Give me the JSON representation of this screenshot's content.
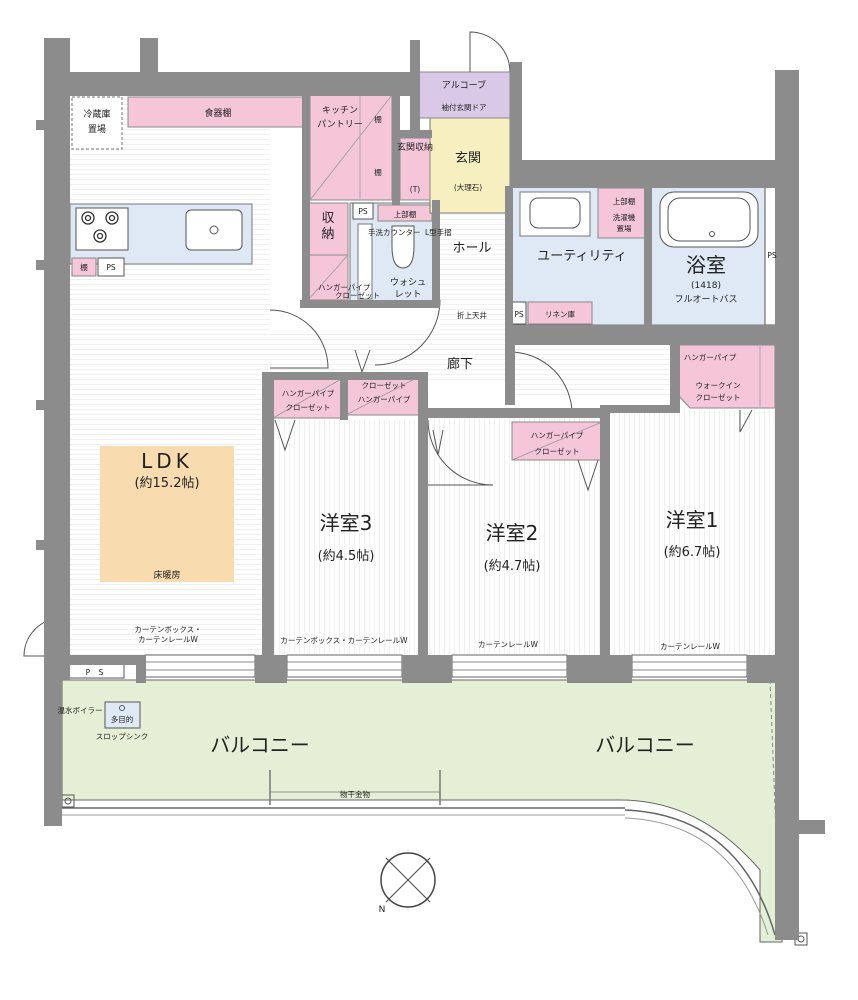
{
  "rooms": {
    "ldk": {
      "name": "LDK",
      "size": "(約15.2帖)",
      "floor_heating": "床暖房"
    },
    "western3": {
      "name": "洋室3",
      "size": "(約4.5帖)"
    },
    "western2": {
      "name": "洋室2",
      "size": "(約4.7帖)"
    },
    "western1": {
      "name": "洋室1",
      "size": "(約6.7帖)"
    },
    "bath": {
      "name": "浴室",
      "size": "(1418)",
      "note": "フルオートバス"
    },
    "utility": {
      "name": "ユーティリティ"
    },
    "hall": {
      "name": "ホール"
    },
    "corridor": {
      "name": "廊下"
    },
    "entrance": {
      "name": "玄関",
      "note": "(大理石)"
    },
    "alcove": {
      "name": "アルコーブ",
      "door": "袖付玄関ドア"
    },
    "balcony_left": {
      "name": "バルコニー"
    },
    "balcony_right": {
      "name": "バルコニー"
    }
  },
  "labels": {
    "fridge_1": "冷蔵庫",
    "fridge_2": "置場",
    "dish_shelf": "食器棚",
    "pantry_1": "キッチン",
    "pantry_2": "パントリー",
    "shelf": "棚",
    "ps": "PS",
    "ps_spaced": "P S",
    "storage_1": "収",
    "storage_2": "納",
    "hanger_closet_v": "ハンガーパイプ",
    "closet_v": "クローゼット",
    "upper_shelf": "上部棚",
    "hand_counter": "手洗カウンター",
    "grip": "L型手摺",
    "washlet_1": "ウォシュ",
    "washlet_2": "レット",
    "entry_storage": "玄関収納",
    "entry_storage_t": "(T)",
    "washer_1": "洗濯機",
    "washer_2": "置場",
    "linen": "リネン庫",
    "ceiling": "折上天井",
    "hanger": "ハンガーパイプ",
    "closet": "クローゼット",
    "walkin_1": "ウォークイン",
    "walkin_2": "クローゼット",
    "curtain_box_rail": "カーテンボックス・カーテンレールW",
    "curtain_box": "カーテンボックス・",
    "curtain_rail_w": "カーテンレールW",
    "boiler": "温水ボイラー",
    "sink_1": "多目的",
    "sink_2": "スロップシンク",
    "drying": "物干金物",
    "compass_n": "N"
  },
  "colors": {
    "wall": "#8c8c8c",
    "kitchen": "#dfe9f5",
    "storage": "#f4c6d8",
    "ldk_heat": "#f8dcb0",
    "entrance": "#f6f0c0",
    "alcove": "#d9c9e6",
    "balcony": "#e5efd5",
    "floor": "#ffffff"
  }
}
